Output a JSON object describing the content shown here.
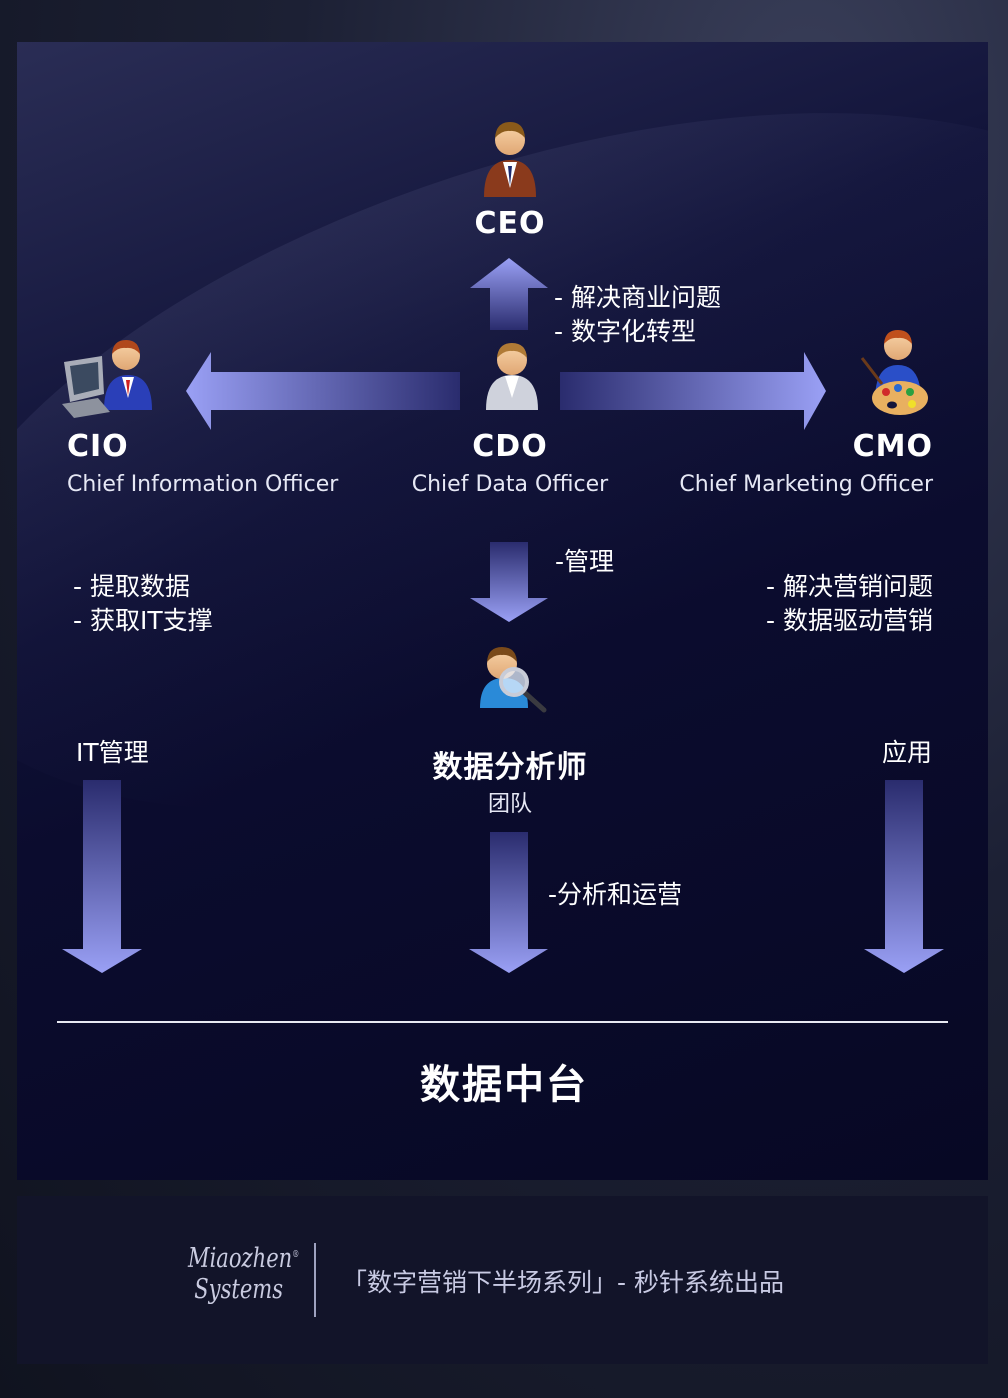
{
  "roles": {
    "ceo": {
      "title": "CEO",
      "icon": "ceo-person-icon"
    },
    "cdo": {
      "title": "CDO",
      "subtitle": "Chief Data Officer",
      "icon": "cdo-person-icon"
    },
    "cio": {
      "title": "CIO",
      "subtitle": "Chief Information Officer",
      "icon": "cio-computer-person-icon"
    },
    "cmo": {
      "title": "CMO",
      "subtitle": "Chief Marketing Officer",
      "icon": "cmo-palette-person-icon"
    },
    "analyst": {
      "title": "数据分析师",
      "subtitle": "团队",
      "icon": "analyst-magnifier-person-icon"
    }
  },
  "annotations": {
    "cdo_to_ceo": [
      "- 解决商业问题",
      "- 数字化转型"
    ],
    "cdo_to_analyst": "-管理",
    "cio_needs": [
      "- 提取数据",
      "- 获取IT支撑"
    ],
    "cmo_needs": [
      "- 解决营销问题",
      "- 数据驱动营销"
    ],
    "cio_to_platform": "IT管理",
    "analyst_to_platform": "-分析和运营",
    "cmo_to_platform": "应用"
  },
  "platform": {
    "title": "数据中台"
  },
  "footer": {
    "logo_line1": "Miaozhen",
    "logo_mark": "®",
    "logo_line2": "Systems",
    "series": "「数字营销下半场系列」- 秒针系统出品"
  },
  "colors": {
    "arrow_start": "#9aa0f5",
    "arrow_end": "#2a2c6e",
    "background": "#0b0c2e"
  }
}
